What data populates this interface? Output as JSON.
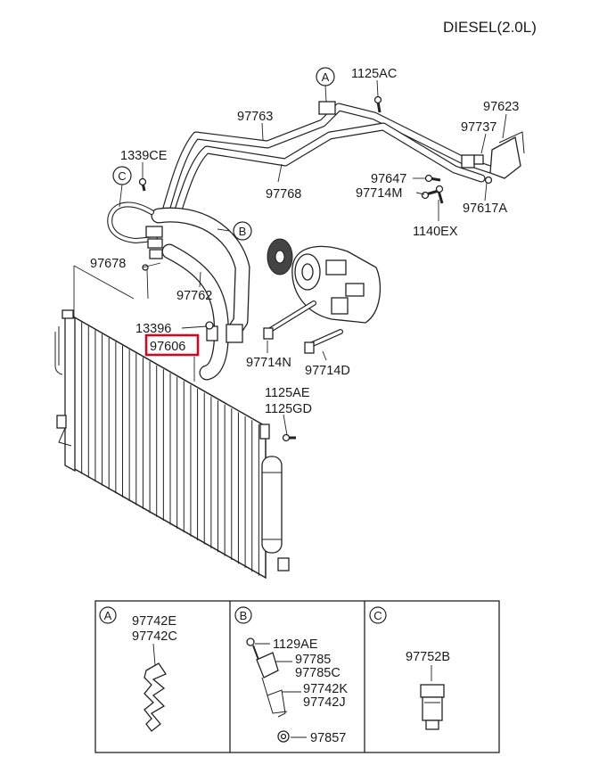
{
  "header": {
    "title": "DIESEL(2.0L)"
  },
  "highlight_color": "#e0001a",
  "callouts": {
    "A": "A",
    "B": "B",
    "C": "C"
  },
  "labels": {
    "p1125AC": "1125AC",
    "p97623": "97623",
    "p97763": "97763",
    "p97737": "97737",
    "p1339CE": "1339CE",
    "p97647": "97647",
    "p97714M": "97714M",
    "p97768": "97768",
    "p97617A": "97617A",
    "p1140EX": "1140EX",
    "p97678": "97678",
    "p97762": "97762",
    "p13396": "13396",
    "p97606": "97606",
    "p97714N": "97714N",
    "p97714D": "97714D",
    "p1125AE": "1125AE",
    "p1125GD": "1125GD"
  },
  "detail_panels": [
    {
      "callout": "A",
      "parts": [
        "97742E",
        "97742C"
      ]
    },
    {
      "callout": "B",
      "parts": [
        "1129AE",
        "97785",
        "97785C",
        "97742K",
        "97742J",
        "97857"
      ]
    },
    {
      "callout": "C",
      "parts": [
        "97752B"
      ]
    }
  ]
}
